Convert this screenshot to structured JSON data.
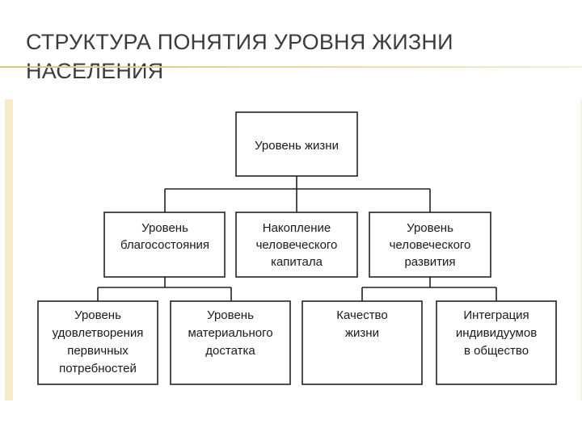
{
  "slide": {
    "title_line1": "СТРУКТУРА ПОНЯТИЯ УРОВНЯ ЖИЗНИ",
    "title_line2": "НАСЕЛЕНИЯ"
  },
  "diagram": {
    "root": {
      "lines": [
        "Уровень жизни"
      ]
    },
    "level2": [
      {
        "lines": [
          "Уровень",
          "благосостояния"
        ]
      },
      {
        "lines": [
          "Накопление",
          "человеческого",
          "капитала"
        ]
      },
      {
        "lines": [
          "Уровень",
          "человеческого",
          "развития"
        ]
      }
    ],
    "level3": [
      {
        "lines": [
          "Уровень",
          "удовлетворения",
          "первичных",
          "потребностей"
        ]
      },
      {
        "lines": [
          "Уровень",
          "материального",
          "достатка"
        ]
      },
      {
        "lines": [
          "Качество",
          "жизни"
        ]
      },
      {
        "lines": [
          "Интеграция",
          "индивидуумов",
          "в общество"
        ]
      }
    ]
  },
  "colors": {
    "title_text": "#3b3b3b",
    "title_rule": "#d8c783",
    "border_tint": "#f5ebc8",
    "box_stroke": "#222222"
  }
}
